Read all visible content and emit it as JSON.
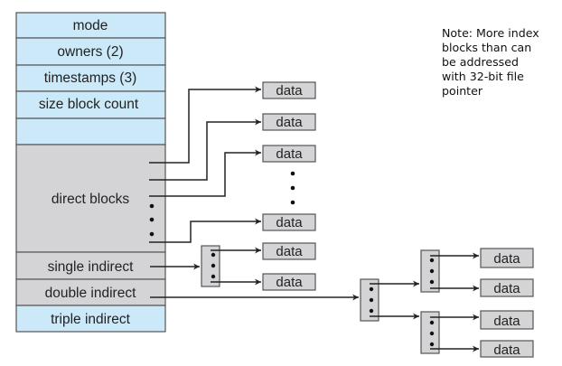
{
  "inode": {
    "fields": [
      {
        "label": "mode",
        "color": "#cbe9f8"
      },
      {
        "label": "owners (2)",
        "color": "#cbe9f8"
      },
      {
        "label": "timestamps (3)",
        "color": "#cbe9f8"
      },
      {
        "label": "size block count",
        "color": "#cbe9f8"
      },
      {
        "label": "",
        "color": "#cbe9f8"
      },
      {
        "label": "direct blocks",
        "color": "#d4d4d6"
      },
      {
        "label": "single indirect",
        "color": "#d4d4d6"
      },
      {
        "label": "double indirect",
        "color": "#d4d4d6"
      },
      {
        "label": "triple indirect",
        "color": "#cbe9f8"
      }
    ]
  },
  "block_label": "data",
  "colors": {
    "info_field": "#cbe9f8",
    "pointer_field": "#d4d4d6",
    "data_block": "#d4d4d6",
    "index_block": "#d4d4d6",
    "line": "#222222",
    "border": "#555555"
  },
  "note": {
    "lines": [
      "Note: More index",
      "blocks than can",
      "be addressed",
      "with 32-bit file",
      "pointer"
    ]
  }
}
